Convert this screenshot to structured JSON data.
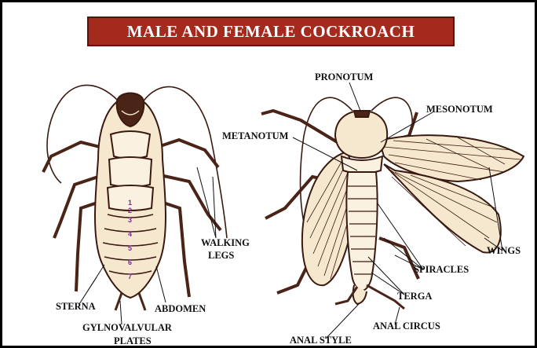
{
  "title": "MALE AND FEMALE COCKROACH",
  "labels": {
    "pronotum": "PRONOTUM",
    "mesonotum": "MESONOTUM",
    "metanotum": "METANOTUM",
    "walking_legs_1": "WALKING",
    "walking_legs_2": "LEGS",
    "wings": "WINGS",
    "spiracles": "SPIRACLES",
    "terga": "TERGA",
    "sterna": "STERNA",
    "abdomen": "ABDOMEN",
    "gylnovalvular_1": "GYLNOVALVULAR",
    "gylnovalvular_2": "PLATES",
    "anal_style": "ANAL STYLE",
    "anal_circus": "ANAL CIRCUS"
  },
  "segments": [
    "1",
    "2",
    "3",
    "4",
    "5",
    "6",
    "7"
  ],
  "colors": {
    "banner": "#a32a1c",
    "body_fill": "#f6e7cf",
    "outline": "#3a1a10",
    "leg": "#4a2416",
    "segment_numbers": "#7a2d8a"
  }
}
